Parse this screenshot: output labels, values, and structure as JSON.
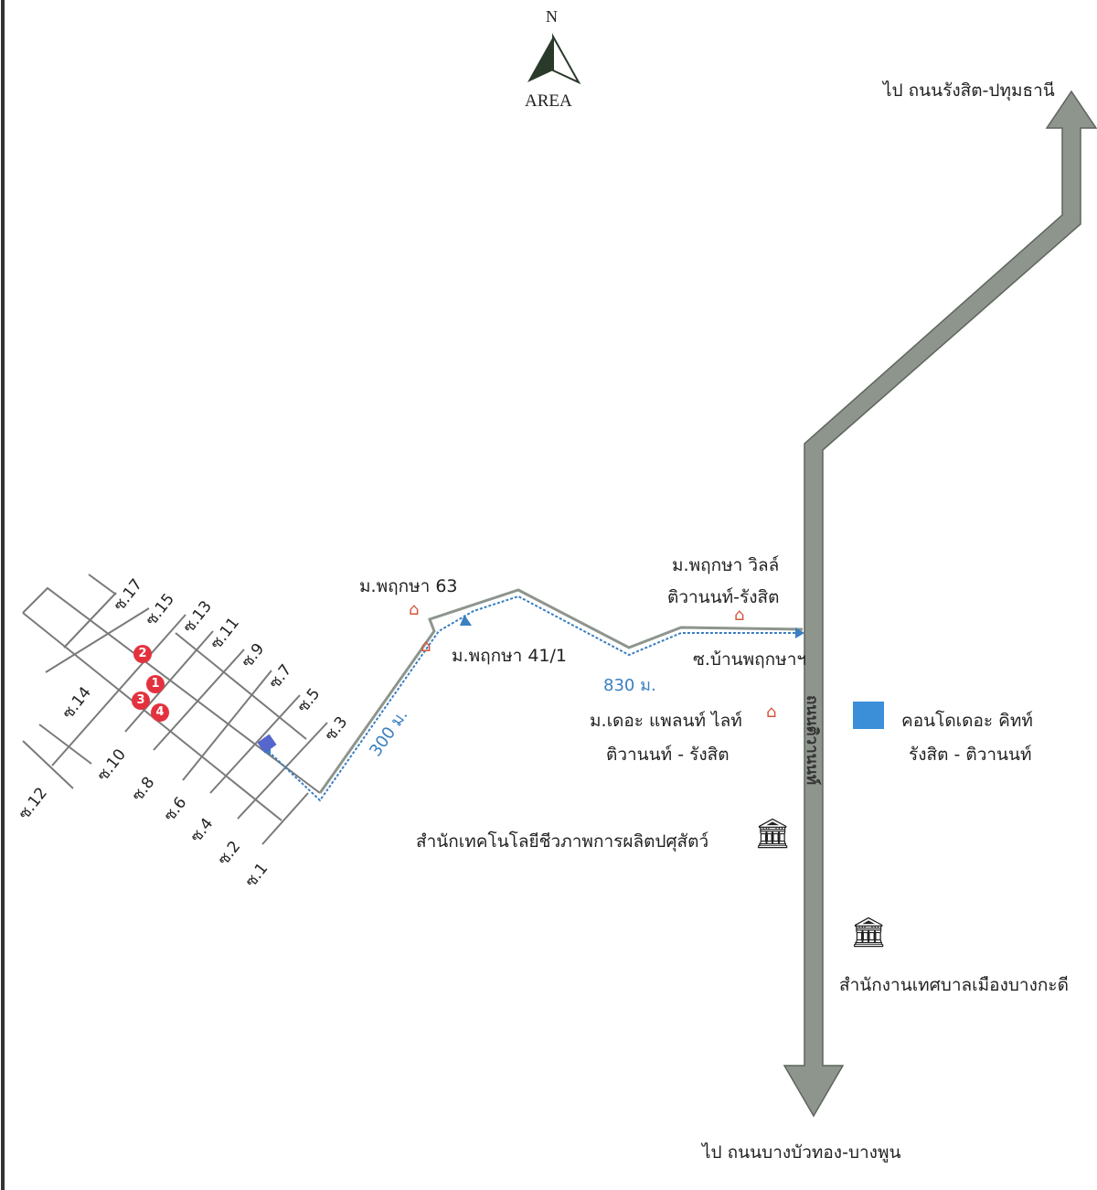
{
  "compass": {
    "north": "N",
    "caption": "AREA"
  },
  "destinations": {
    "north": "ไป  ถนนรังสิต-ปทุมธานี",
    "south": "ไป  ถนนบางบัวทอง-บางพูน"
  },
  "main_road": "ถนนติวานนท์",
  "sois": [
    "ซ.17",
    "ซ.15",
    "ซ.13",
    "ซ.11",
    "ซ.9",
    "ซ.7",
    "ซ.5",
    "ซ.3",
    "ซ.14",
    "ซ.12",
    "ซ.10",
    "ซ.8",
    "ซ.6",
    "ซ.4",
    "ซ.2",
    "ซ.1"
  ],
  "markers": [
    "1",
    "2",
    "3",
    "4"
  ],
  "distances": {
    "first": "300 ม.",
    "second": "830 ม."
  },
  "landmarks": {
    "village_63": "ม.พฤกษา 63",
    "village_41": "ม.พฤกษา 41/1",
    "villa_line1": "ม.พฤกษา วิลล์",
    "villa_line2": "ติวานนท์-รังสิต",
    "soi_name": "ซ.บ้านพฤกษาฯ",
    "planet_line1": "ม.เดอะ แพลนท์ ไลท์",
    "planet_line2": "ติวานนท์ - รังสิต",
    "condo_line1": "คอนโดเดอะ คิทท์",
    "condo_line2": "รังสิต - ติวานนท์",
    "bio_office": "สำนักเทคโนโลยีชีวภาพการผลิตปศุสัตว์",
    "municipal": "สำนักงานเทศบาลเมืองบางกะดี"
  },
  "colors": {
    "road": "#8d958d",
    "route": "#3a7fc0",
    "marker": "#e3323e"
  }
}
